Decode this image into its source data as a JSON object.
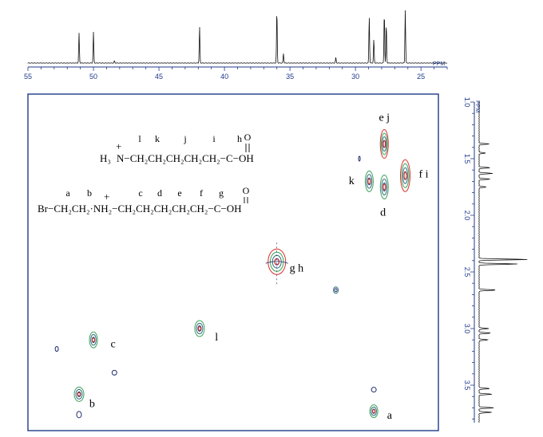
{
  "chart_data": {
    "type": "contour",
    "title": "",
    "f2_axis": {
      "label": "PPM",
      "range": [
        55,
        23
      ],
      "ticks": [
        "55",
        "50",
        "45",
        "40",
        "35",
        "30",
        "25"
      ]
    },
    "f1_axis": {
      "label": "PPM",
      "range": [
        1.0,
        3.9
      ],
      "ticks": [
        "1.0",
        "1.5",
        "2.0",
        "2.5",
        "3.0",
        "3.5"
      ]
    },
    "top_spectrum_peaks": [
      {
        "ppm": 51.1,
        "height": 0.56
      },
      {
        "ppm": 50.0,
        "height": 0.58
      },
      {
        "ppm": 48.4,
        "height": 0.04
      },
      {
        "ppm": 41.9,
        "height": 0.68
      },
      {
        "ppm": 36.0,
        "height": 1.0
      },
      {
        "ppm": 35.5,
        "height": 0.18
      },
      {
        "ppm": 31.5,
        "height": 0.1
      },
      {
        "ppm": 28.95,
        "height": 0.88
      },
      {
        "ppm": 28.6,
        "height": 0.45
      },
      {
        "ppm": 27.8,
        "height": 0.97
      },
      {
        "ppm": 27.65,
        "height": 0.75
      },
      {
        "ppm": 26.2,
        "height": 0.99
      }
    ],
    "side_spectrum_peaks": [
      {
        "ppm": 1.37,
        "height": 0.2
      },
      {
        "ppm": 1.45,
        "height": 0.13
      },
      {
        "ppm": 1.58,
        "height": 0.22
      },
      {
        "ppm": 1.63,
        "height": 0.28
      },
      {
        "ppm": 1.68,
        "height": 0.22
      },
      {
        "ppm": 1.75,
        "height": 0.14
      },
      {
        "ppm": 2.39,
        "height": 1.0
      },
      {
        "ppm": 2.43,
        "height": 0.78
      },
      {
        "ppm": 2.66,
        "height": 0.35
      },
      {
        "ppm": 3.0,
        "height": 0.2
      },
      {
        "ppm": 3.04,
        "height": 0.24
      },
      {
        "ppm": 3.1,
        "height": 0.18
      },
      {
        "ppm": 3.53,
        "height": 0.22
      },
      {
        "ppm": 3.58,
        "height": 0.26
      },
      {
        "ppm": 3.7,
        "height": 0.3
      },
      {
        "ppm": 3.74,
        "height": 0.26
      }
    ],
    "cross_peaks": [
      {
        "label": "e j",
        "f2": 27.8,
        "f1": 1.37,
        "rings": 4,
        "w": 5,
        "h": 18
      },
      {
        "label": "",
        "f2": 27.8,
        "f1": 1.75,
        "rings": 3,
        "w": 5,
        "h": 15
      },
      {
        "label": "",
        "f2": 26.2,
        "f1": 1.65,
        "rings": 4,
        "w": 6,
        "h": 20
      },
      {
        "label": "",
        "f2": 28.95,
        "f1": 1.7,
        "rings": 3,
        "w": 5,
        "h": 13
      },
      {
        "label": "",
        "f2": 36.0,
        "f1": 2.41,
        "rings": 4,
        "w": 11,
        "h": 16
      },
      {
        "label": "",
        "f2": 31.5,
        "f1": 2.66,
        "rings": 2,
        "w": 3,
        "h": 4
      },
      {
        "label": "",
        "f2": 41.9,
        "f1": 3.0,
        "rings": 3,
        "w": 6,
        "h": 10
      },
      {
        "label": "",
        "f2": 50.0,
        "f1": 3.1,
        "rings": 3,
        "w": 5,
        "h": 10
      },
      {
        "label": "",
        "f2": 51.1,
        "f1": 3.58,
        "rings": 3,
        "w": 6,
        "h": 9
      },
      {
        "label": "",
        "f2": 51.1,
        "f1": 3.76,
        "rings": 1,
        "w": 3,
        "h": 4
      },
      {
        "label": "",
        "f2": 48.4,
        "f1": 3.39,
        "rings": 1,
        "w": 3,
        "h": 3
      },
      {
        "label": "",
        "f2": 52.8,
        "f1": 3.18,
        "rings": 1,
        "w": 2,
        "h": 3
      },
      {
        "label": "",
        "f2": 28.6,
        "f1": 3.73,
        "rings": 3,
        "w": 5,
        "h": 8
      },
      {
        "label": "",
        "f2": 28.6,
        "f1": 3.54,
        "rings": 1,
        "w": 3,
        "h": 3
      },
      {
        "label": "",
        "f2": 29.7,
        "f1": 1.5,
        "rings": 1,
        "w": 1,
        "h": 3
      }
    ],
    "peak_labels": [
      {
        "text": "e  j",
        "f2": 27.8,
        "f1": 1.13
      },
      {
        "text": "k",
        "f2": 30.3,
        "f1": 1.69
      },
      {
        "text": "f  i",
        "f2": 24.8,
        "f1": 1.63
      },
      {
        "text": "d",
        "f2": 27.9,
        "f1": 1.97
      },
      {
        "text": "g  h",
        "f2": 34.5,
        "f1": 2.46
      },
      {
        "text": "l",
        "f2": 40.6,
        "f1": 3.07
      },
      {
        "text": "c",
        "f2": 48.5,
        "f1": 3.13
      },
      {
        "text": "b",
        "f2": 50.1,
        "f1": 3.66
      },
      {
        "text": "a",
        "f2": 27.4,
        "f1": 3.76
      }
    ],
    "structure_1": {
      "letters": [
        "l",
        "k",
        "j",
        "i",
        "h"
      ],
      "formula_main": "N−CH₂CH₂CH₂CH₂CH₂−C−OH",
      "prefix": "H₃",
      "plus": "+",
      "carbonyl": "O"
    },
    "structure_2": {
      "letters": [
        "a",
        "b",
        "c",
        "d",
        "e",
        "f",
        "g"
      ],
      "formula_main": "Br−CH₂CH₂·NH₂−CH₂CH₂CH₂CH₂CH₂−C−OH",
      "plus": "+",
      "carbonyl": "O"
    },
    "colors": {
      "axis": "#1f3a8a",
      "contour_outer": "#1b2a6b",
      "contour_mid": "#2e6b7a",
      "contour_inner": "#3aa05a",
      "contour_core": "#d8332c"
    }
  }
}
